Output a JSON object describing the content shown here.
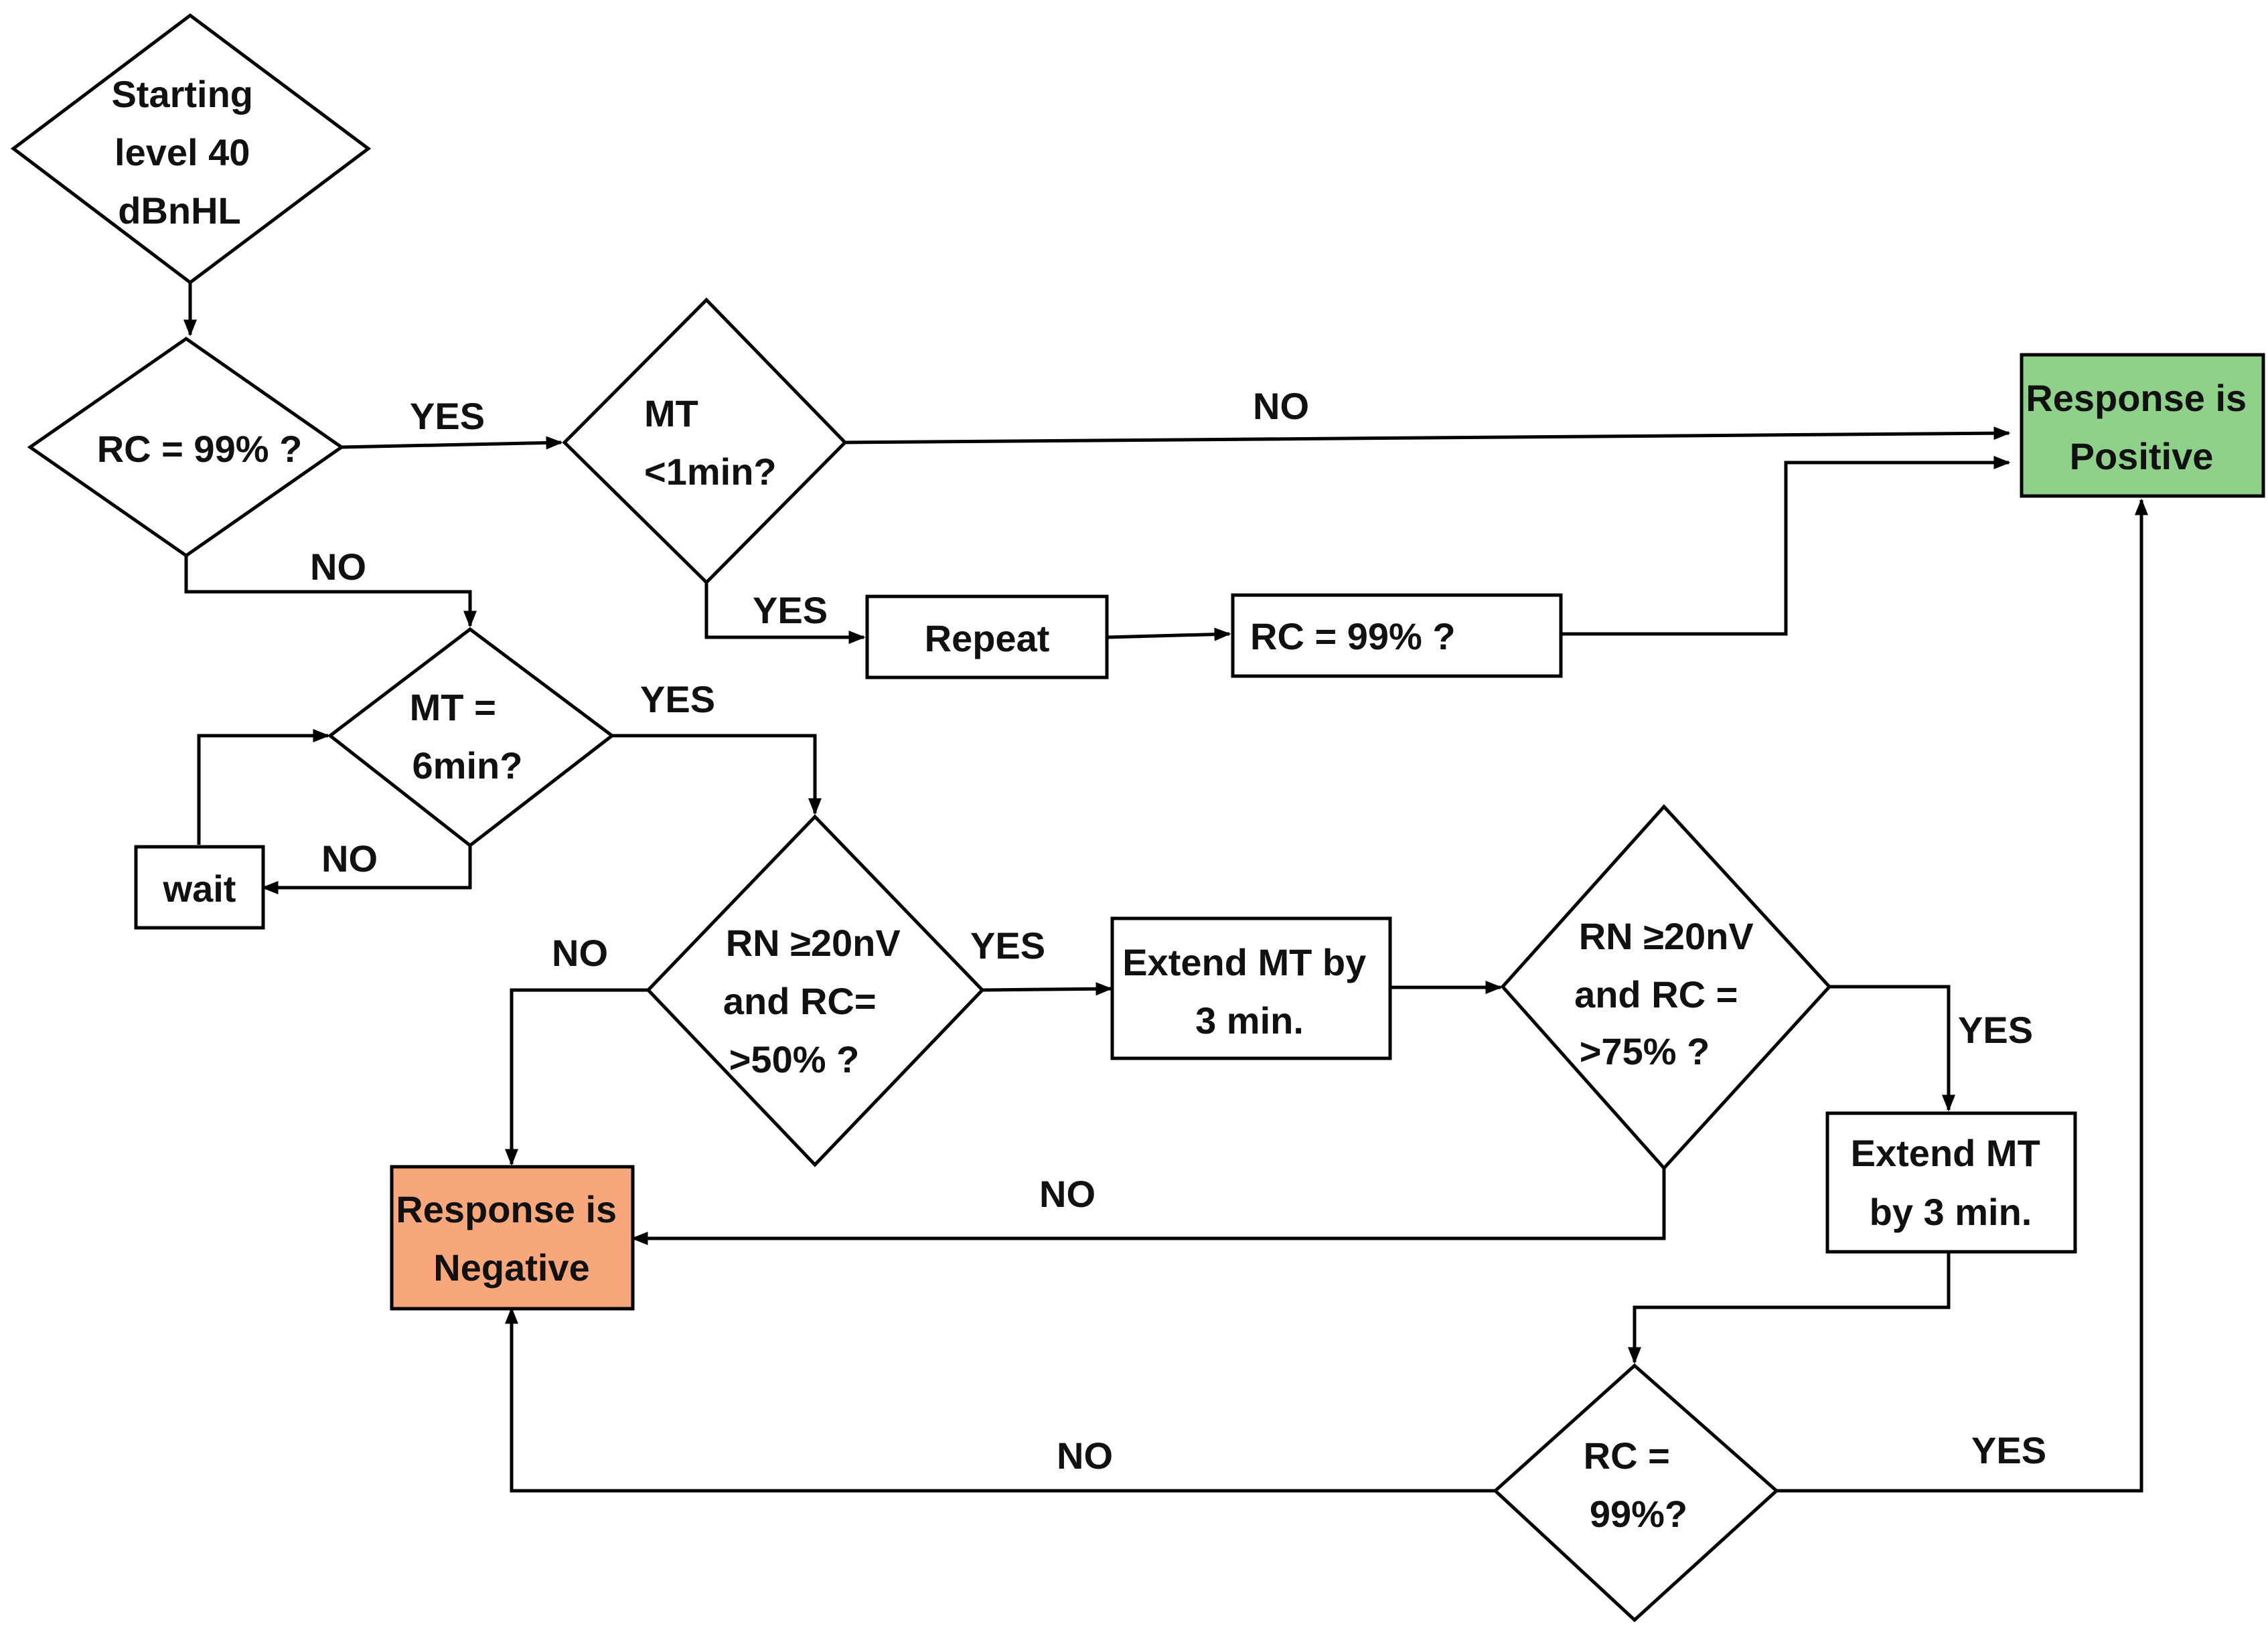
{
  "colors": {
    "positive_fill": "#8fd08a",
    "negative_fill": "#f6a77c",
    "line": "#000000"
  },
  "nodes": {
    "start": {
      "lines": [
        "Starting",
        "level 40",
        "dBnHL"
      ]
    },
    "rc99_a": {
      "lines": [
        "RC = 99% ?"
      ]
    },
    "mt_lt1": {
      "lines": [
        "MT",
        "<1min?"
      ]
    },
    "positive": {
      "lines": [
        "Response is",
        "Positive"
      ]
    },
    "repeat": {
      "lines": [
        "Repeat"
      ]
    },
    "rc99_b": {
      "lines": [
        "RC = 99% ?"
      ]
    },
    "mt_6": {
      "lines": [
        "MT =",
        "6min?"
      ]
    },
    "wait": {
      "lines": [
        "wait"
      ]
    },
    "rn50": {
      "lines": [
        "RN ≥20nV",
        "and RC=",
        ">50% ?"
      ]
    },
    "extend1": {
      "lines": [
        "Extend MT by",
        "3 min."
      ]
    },
    "rn75": {
      "lines": [
        "RN ≥20nV",
        "and RC =",
        ">75% ?"
      ]
    },
    "negative": {
      "lines": [
        "Response is",
        "Negative"
      ]
    },
    "extend2": {
      "lines": [
        "Extend MT",
        "by 3 min."
      ]
    },
    "rc99_c": {
      "lines": [
        "RC =",
        "99%?"
      ]
    }
  },
  "edge_labels": {
    "rc99a_yes": "YES",
    "mtlt1_no": "NO",
    "rc99a_no": "NO",
    "mtlt1_yes": "YES",
    "mt6_yes": "YES",
    "mt6_no": "NO",
    "rn50_no": "NO",
    "rn50_yes": "YES",
    "rn75_yes": "YES",
    "rn75_no": "NO",
    "rc99c_no": "NO",
    "rc99c_yes": "YES"
  }
}
